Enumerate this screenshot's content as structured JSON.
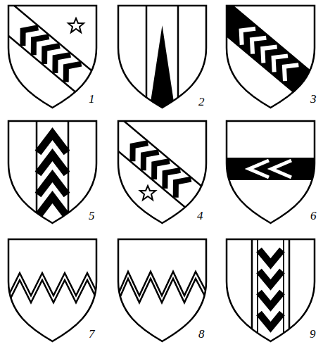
{
  "diagram": {
    "labels": [
      "1",
      "2",
      "3",
      "5",
      "4",
      "6",
      "7",
      "8",
      "9"
    ]
  }
}
